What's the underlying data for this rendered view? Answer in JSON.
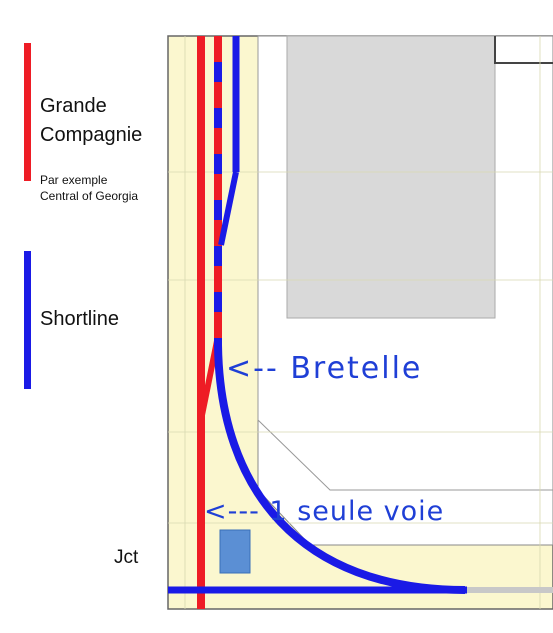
{
  "legend": {
    "grande_compagnie": {
      "title_line1": "Grande",
      "title_line2": "Compagnie",
      "example_line1": "Par exemple",
      "example_line2": "Central of Georgia",
      "color": "#ee1c25"
    },
    "shortline": {
      "title": "Shortline",
      "color": "#1a1ae6"
    }
  },
  "labels": {
    "jct": "Jct",
    "bretelle": "<-- Bretelle",
    "une_seule_voie": "<--- 1 seule voie"
  },
  "colors": {
    "red_track": "#ee1c25",
    "blue_track": "#1a1ae6",
    "annotation_blue": "#1f3fd6",
    "room_fill": "#fbf7cf",
    "gray_box": "#d9d9d9",
    "building": "#5b8fd4"
  }
}
